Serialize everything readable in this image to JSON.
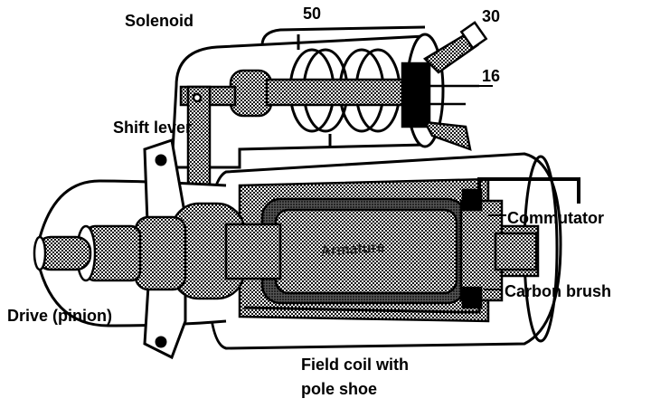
{
  "labels": {
    "solenoid": "Solenoid",
    "terminal_50": "50",
    "terminal_30": "30",
    "terminal_16": "16",
    "shift_lever": "Shift lever",
    "commutator": "Commutator",
    "carbon_brush": "Carbon brush",
    "drive_pinion": "Drive (pinion)",
    "field_coil_line1": "Field coil with",
    "field_coil_line2": "pole shoe",
    "armature": "Armature"
  },
  "colors": {
    "ink": "#000000",
    "paper": "#ffffff",
    "shade": "#8a8a8a"
  }
}
